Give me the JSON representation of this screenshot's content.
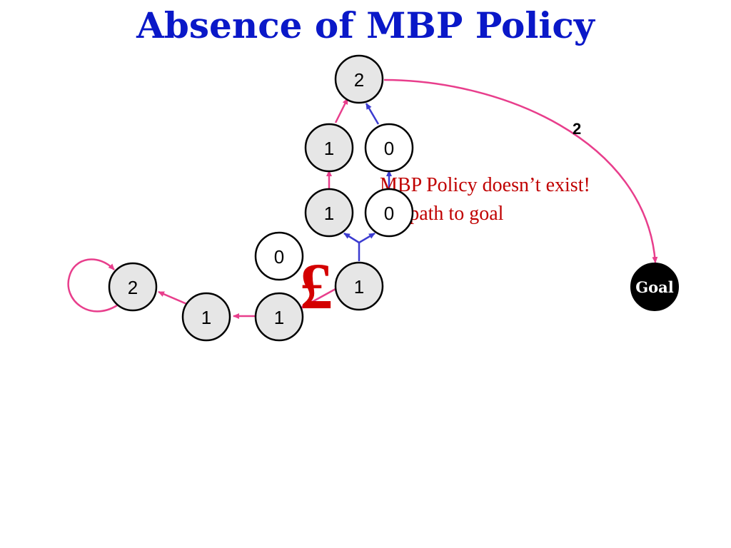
{
  "title": "Absence of MBP Policy",
  "colors": {
    "title": "#0a18c8",
    "pink_edge": "#e83e8c",
    "blue_edge": "#3b3bd0",
    "annotation": "#c00000",
    "node_fill": "#e6e6e6",
    "node_fill_white": "#ffffff",
    "goal_fill": "#000000"
  },
  "nodes": [
    {
      "id": "n_top",
      "label": "2"
    },
    {
      "id": "n_r2a",
      "label": "1"
    },
    {
      "id": "n_r2b",
      "label": "0"
    },
    {
      "id": "n_r3a",
      "label": "1"
    },
    {
      "id": "n_r3b",
      "label": "0"
    },
    {
      "id": "n_mid0",
      "label": "0"
    },
    {
      "id": "n_mid1",
      "label": "1"
    },
    {
      "id": "n_left2",
      "label": "2"
    },
    {
      "id": "n_bot1a",
      "label": "1"
    },
    {
      "id": "n_bot1b",
      "label": "1"
    },
    {
      "id": "n_goal",
      "label": "Goal"
    }
  ],
  "edge_label": "2",
  "annotation": {
    "line1": "MBP Policy doesn’t exist!",
    "line2": "No path to goal"
  },
  "pound_symbol": "£"
}
